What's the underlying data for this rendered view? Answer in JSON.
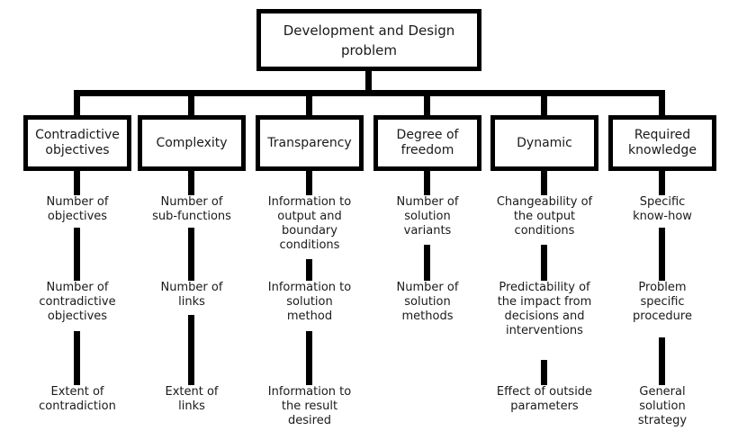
{
  "root": {
    "label": "Development and Design\nproblem"
  },
  "columns": [
    {
      "box": "Contradictive\nobjectives",
      "items": [
        "Number of\nobjectives",
        "Number of\ncontradictive\nobjectives",
        "Extent of\ncontradiction"
      ]
    },
    {
      "box": "Complexity",
      "items": [
        "Number of\nsub-functions",
        "Number of\nlinks",
        "Extent of\nlinks"
      ]
    },
    {
      "box": "Transparency",
      "items": [
        "Information to\noutput and\nboundary\nconditions",
        "Information to\nsolution\nmethod",
        "Information to\nthe result\ndesired"
      ]
    },
    {
      "box": "Degree of\nfreedom",
      "items": [
        "Number of\nsolution\nvariants",
        "Number of\nsolution\nmethods"
      ]
    },
    {
      "box": "Dynamic",
      "items": [
        "Changeability of\nthe output\nconditions",
        "Predictability of\nthe impact from\ndecisions and\ninterventions",
        "Effect of outside\nparameters"
      ]
    },
    {
      "box": "Required\nknowledge",
      "items": [
        "Specific\nknow-how",
        "Problem\nspecific\nprocedure",
        "General\nsolution\nstrategy"
      ]
    }
  ],
  "colors": {
    "line": "#000000",
    "text": "#1a1a1a",
    "background": "#ffffff"
  }
}
